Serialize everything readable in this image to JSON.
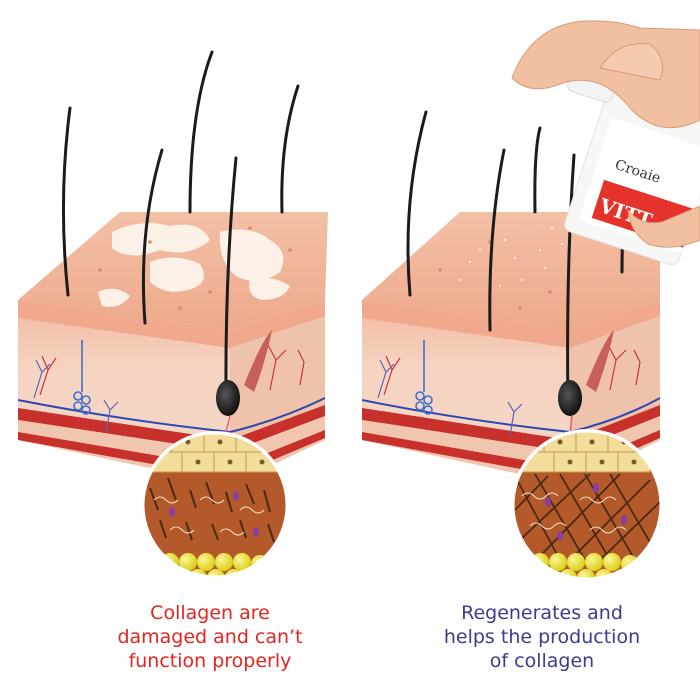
{
  "brand": {
    "bottle_label": "Croaie",
    "bottle_red_text": "VITT"
  },
  "captions": {
    "left": {
      "lines": [
        "Collagen are",
        "damaged and can’t",
        "function properly"
      ],
      "color": "#e52420"
    },
    "right": {
      "lines": [
        "Regenerates and",
        "helps the production",
        "of collagen"
      ],
      "color": "#3a3d8f"
    }
  },
  "colors": {
    "skin_top": "#f0b59a",
    "skin_side": "#f4c6b0",
    "dermis": "#f2d2bf",
    "fat_red": "#c8302b",
    "hair": "#1b1b1b",
    "collagen_brown": "#b45a2a",
    "fat_yellow": "#e9e01a"
  }
}
